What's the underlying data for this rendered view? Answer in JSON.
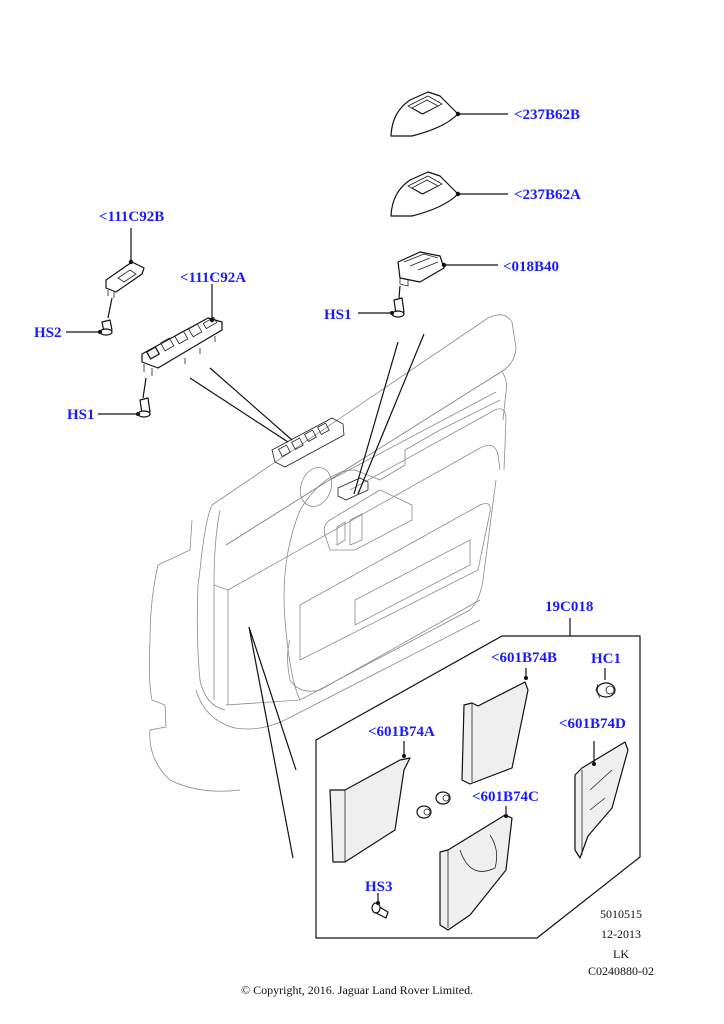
{
  "diagram": {
    "title": "Front door trim panel switches and lower trim components",
    "callouts": [
      {
        "id": "c237b62b",
        "label": "<237B62B"
      },
      {
        "id": "c237b62a",
        "label": "<237B62A"
      },
      {
        "id": "c111c92b",
        "label": "<111C92B"
      },
      {
        "id": "c111c92a",
        "label": "<111C92A"
      },
      {
        "id": "c018b40",
        "label": "<018B40"
      },
      {
        "id": "hs1_right",
        "label": "HS1"
      },
      {
        "id": "hs2",
        "label": "HS2"
      },
      {
        "id": "hs1_left",
        "label": "HS1"
      },
      {
        "id": "c19c018",
        "label": "19C018"
      },
      {
        "id": "c601b74b",
        "label": "<601B74B"
      },
      {
        "id": "hc1",
        "label": "HC1"
      },
      {
        "id": "c601b74a",
        "label": "<601B74A"
      },
      {
        "id": "c601b74d",
        "label": "<601B74D"
      },
      {
        "id": "c601b74c",
        "label": "<601B74C"
      },
      {
        "id": "hs3",
        "label": "HS3"
      }
    ],
    "accent_color": "#1a1aff"
  },
  "footer": {
    "ref_number": "5010515",
    "date": "12-2013",
    "code": "LK",
    "illustration_id": "C0240880-02",
    "copyright": "© Copyright, 2016. Jaguar Land Rover Limited."
  }
}
